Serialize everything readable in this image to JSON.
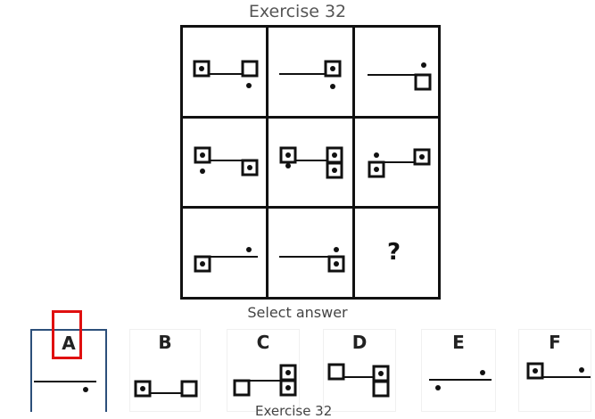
{
  "title": "Exercise 32",
  "question_mark": "?",
  "select_label": "Select answer",
  "options": [
    {
      "letter": "A",
      "selected": true
    },
    {
      "letter": "B",
      "selected": false
    },
    {
      "letter": "C",
      "selected": false
    },
    {
      "letter": "D",
      "selected": false
    },
    {
      "letter": "E",
      "selected": false
    },
    {
      "letter": "F",
      "selected": false
    }
  ],
  "footer": "Exercise 32",
  "colors": {
    "grid_line": "#111111",
    "selected_border": "#2c4f7a",
    "highlight": "#e01010"
  }
}
